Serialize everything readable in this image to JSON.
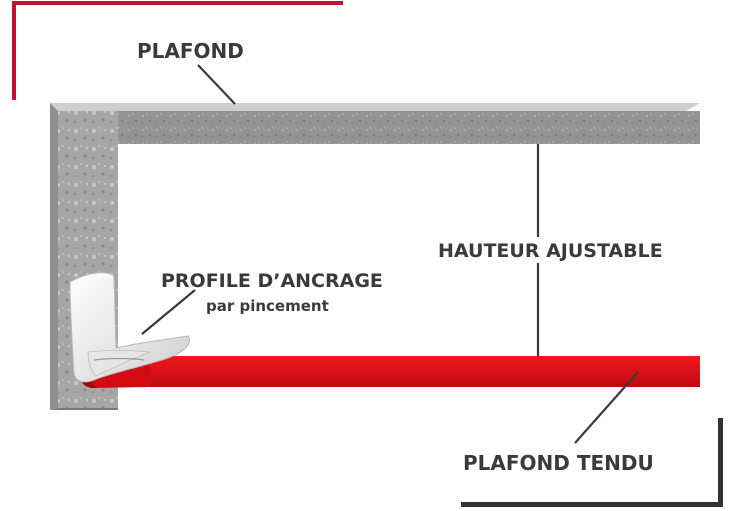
{
  "labels": {
    "ceiling": "PLAFOND",
    "adjustable_height": "HAUTEUR AJUSTABLE",
    "anchor_profile": "PROFILE D’ANCRAGE",
    "anchor_profile_sub": "par pincement",
    "stretch_ceiling": "PLAFOND TENDU"
  },
  "colors": {
    "accent_red": "#c8102e",
    "membrane_red": "#e30613",
    "concrete": "#9a9a9a",
    "text": "#3a3a3a",
    "frame_dark": "#333333"
  }
}
